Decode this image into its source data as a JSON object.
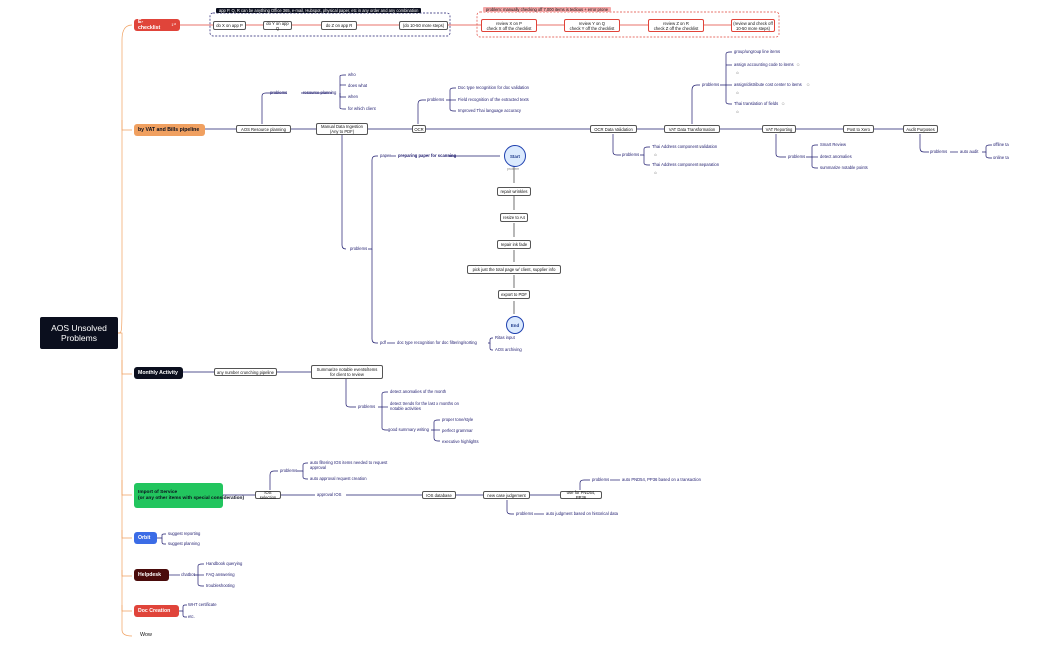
{
  "colors": {
    "orange": "#f0a060",
    "red": "#e0443a",
    "dark": "#0b0f1e",
    "green": "#22c55e",
    "blue": "#3b6ce6",
    "maroon": "#4a0b0b",
    "navy": "#1e1b6e"
  },
  "root": "AOS Unsolved Problems",
  "categories": {
    "echecklist": "E-checklist",
    "echecklist_mark": "1¹³",
    "vat": "by VAT and Bills pipeline",
    "monthly": "Monthly Activity",
    "ios": "Import of Service\n(or any other items with special consideration)",
    "orbit": "Orbit",
    "helpdesk": "Helpdesk",
    "doc": "Doc Creation",
    "wow": "Wow"
  },
  "echecklist": {
    "note_dark": "app P, Q, R can be anything Office 365, e-mail, Hubspot, physical paper, etc in any order and any combination",
    "note_red": "problem: manually checking off 7,000 items is tedious + error prone",
    "steps": [
      "do X on app P",
      "do Y on app Q",
      "do Z on app R",
      "(do 10-50 more steps)"
    ],
    "reviews": [
      "review X on P\ncheck X off the checklist",
      "review Y on Q\ncheck Y off the checklist",
      "review Z on R\ncheck Z off the checklist",
      "(review and check off\n10-50 more steps)"
    ]
  },
  "vat": {
    "aos_resource": "AOS Resource planning",
    "problems": "problems",
    "resource_planning": "resource planning",
    "rp_items": [
      "who",
      "does what",
      "when",
      "for which client"
    ],
    "manual_ingestion": "Manual Data Ingestion\n(Any to PDF)",
    "ocr": "OCR",
    "ocr_problems": [
      "Doc type recognition for doc validation",
      "Field recognition of the extracted texts",
      "Improved Thai language accuracy"
    ],
    "ocr_validation": "OCR Data Validation",
    "ocr_val_problems": [
      "Thai Address component validation",
      "Thai Address component separation"
    ],
    "vat_transform": "VAT Data Transformation",
    "vat_transform_problems": [
      "group/ungroup line items",
      "assign accounting code to items",
      "assign/distribute cost center to items",
      "Thai translation of fields"
    ],
    "vat_reporting": "VAT Reporting",
    "vat_reporting_problems": [
      "Smart Review",
      "detect anomalies",
      "summarize notable points"
    ],
    "post_xero": "Post to Xero",
    "audit": "Audit Purposes",
    "auto_audit": "auto audit",
    "audit_items": [
      "offline ta",
      "online ta"
    ],
    "paper": "paper",
    "preparing": "preparing paper for scanning",
    "flow": [
      "Start",
      "repair wrinkles",
      "resize to A4",
      "repair ink fade",
      "pick just the total page w/ client, supplier info",
      "export to PDF",
      "End"
    ],
    "flow_small": "problem",
    "pdf": "pdf",
    "doc_type": "doc type recognition for doc filtering/sorting",
    "pdf_items": [
      "Ritas input",
      "AOS archiving"
    ],
    "emoji": "☺",
    "sub": "⊙"
  },
  "monthly": {
    "pipeline": "any number crunching pipeline",
    "summarize": "Summarize notable events/items\nfor client to review",
    "problems": "problems",
    "items": [
      "detect anomalies of the month",
      "detect trends for the last x months on notable activities",
      "good summary writing"
    ],
    "writing": [
      "proper tone/style",
      "perfect grammar",
      "executive highlights"
    ]
  },
  "ios": {
    "selection": "IOS selection",
    "problems": "problems",
    "sel_problems": [
      "auto filtering IOS items needed to request approval",
      "auto approval request creation"
    ],
    "approval": "approval IOS",
    "database": "IOS database",
    "new_case": "new case judgement",
    "use_for": "use for PND54, PP36",
    "use_problem": "auto PND54, PP36 based on a transaction",
    "case_problem": "auto judgment based on historical data"
  },
  "orbit": [
    "suggest reporting",
    "suggest planning"
  ],
  "helpdesk": {
    "chatbot": "chatbot",
    "items": [
      "Handbook querying",
      "FAQ answering",
      "troubleshooting"
    ]
  },
  "doc": [
    "WHT certificate",
    "etc."
  ]
}
